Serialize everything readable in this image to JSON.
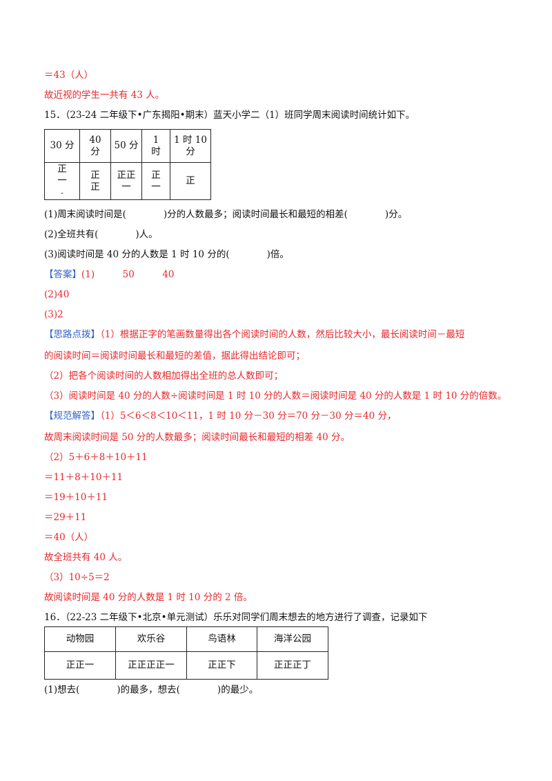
{
  "prev_tail": {
    "l1": "＝43（人）",
    "l2": "故近视的学生一共有 43 人。"
  },
  "q15": {
    "stem": "15．（23-24 二年级下•广东揭阳•期末）蓝天小学二（1）班同学周末阅读时间统计如下。",
    "table": {
      "headers": [
        [
          "30 分"
        ],
        [
          "40",
          "分"
        ],
        [
          "50 分"
        ],
        [
          "1",
          "时"
        ],
        [
          "1 时 10",
          "分"
        ]
      ],
      "tallies": [
        [
          "正",
          "一",
          "-"
        ],
        [
          "正",
          "正"
        ],
        [
          "正正",
          "一"
        ],
        [
          "正",
          "一"
        ],
        [
          "正"
        ]
      ]
    },
    "sub1": "(1)周末阅读时间是(　　　　)分的人数最多；阅读时间最长和最短的相差(　　　　)分。",
    "sub2": "(2)全班共有(　　　　)人。",
    "sub3": "(3)阅读时间是 40 分的人数是 1 时 10 分的(　　　　)倍。",
    "answer_tag": "【答案】",
    "answer1": "(1)　　　50　　　40",
    "answer2": "(2)40",
    "answer3": "(3)2",
    "hint_tag": "【思路点拨】",
    "hint1": "（1）根据正字的笔画数量得出各个阅读时间的人数，然后比较大小，最长阅读时间－最短",
    "hint2": "的阅读时间＝阅读时间最长和最短的差值，据此得出结论即可；",
    "hint3": "（2）把各个阅读时间的人数相加得出全班的总人数即可；",
    "hint4": "（3）阅读时间是 40 分的人数÷阅读时间是 1 时 10 分的人数＝阅读时间是 40 分的人数是 1 时 10 分的倍数。",
    "sol_tag": "【规范解答】",
    "sol1": "（1）5＜6＜8＜10＜11，1 时 10 分－30 分＝70 分－30 分＝40 分，",
    "sol2": "故周末阅读时间是 50 分的人数最多；阅读时间最长和最短的相差 40 分。",
    "sol3": "（2）5＋6＋8＋10＋11",
    "sol4": "＝11＋8＋10＋11",
    "sol5": "＝19＋10＋11",
    "sol6": "＝29＋11",
    "sol7": "＝40（人）",
    "sol8": "故全班共有 40 人。",
    "sol9": "（3）10÷5＝2",
    "sol10": "故阅读时间是 40 分的人数是 1 时 10 分的 2 倍。"
  },
  "q16": {
    "stem": "16．（22-23 二年级下•北京•单元测试）乐乐对同学们周末想去的地方进行了调查，记录如下",
    "table": {
      "headers": [
        "动物园",
        "欢乐谷",
        "鸟语林",
        "海洋公园"
      ],
      "tallies": [
        "正正一",
        "正正正正一",
        "正正下",
        "正正正丁"
      ]
    },
    "sub1": "(1)想去(　　　　)的最多，想去(　　　　)的最少。"
  },
  "colors": {
    "answer_red": "#e8262b",
    "tag_blue": "#2f63c9"
  }
}
